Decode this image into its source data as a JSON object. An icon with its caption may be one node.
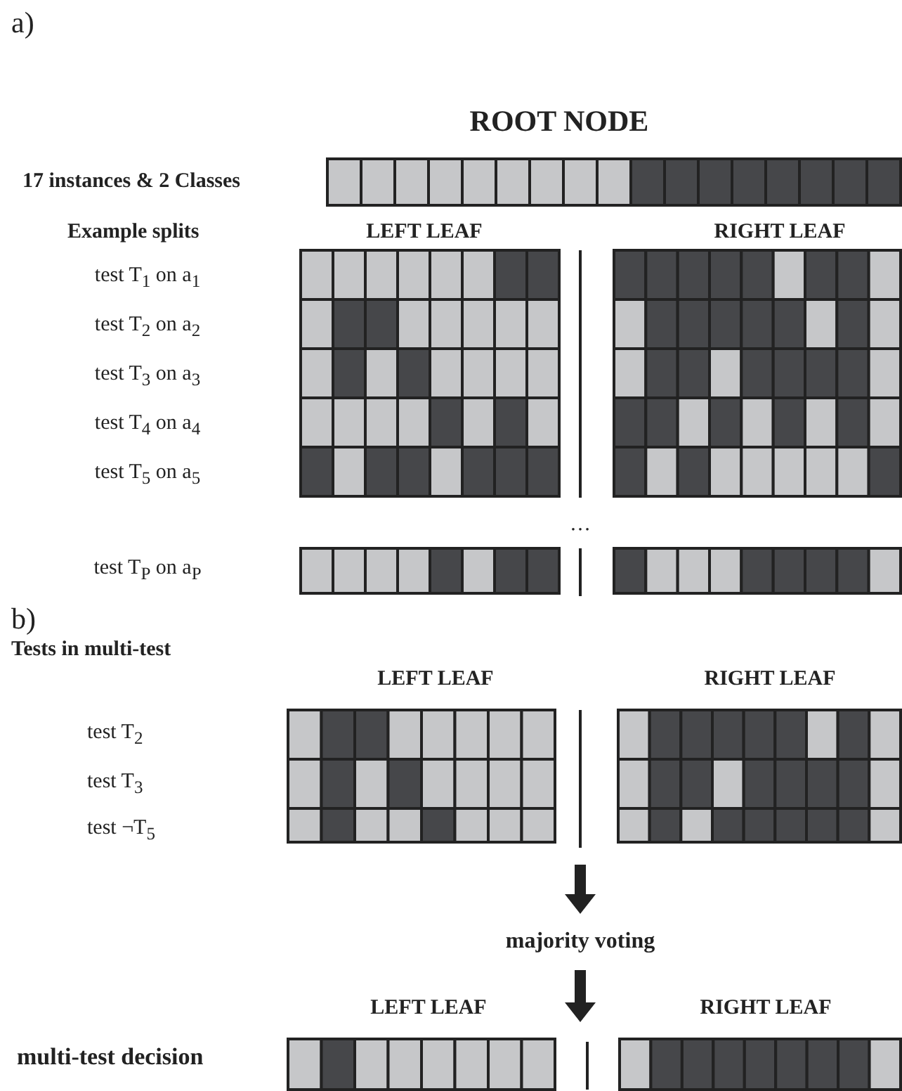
{
  "diagram": {
    "nodes": [
      {
        "text": [],
        "shape": "box"
      },
      {
        "text": [],
        "shape": "box"
      },
      {
        "text": [],
        "shape": "box"
      },
      {
        "text": [],
        "shape": "box"
      },
      {
        "text": [
          "majority voting"
        ]
      },
      {
        "text": [],
        "shape": "box"
      }
    ],
    "edges": [
      {
        "from": 3,
        "to": 4,
        "arrow": "to"
      },
      {
        "from": 4,
        "to": 5,
        "arrow": "to"
      }
    ],
    "labels": [
      "a)",
      "ROOT NODE",
      "17 instances & 2 Classes",
      "Example splits",
      "LEFT LEAF",
      "RIGHT LEAF",
      "test T$_{1}$ on a$_{1}$",
      "test T$_{2}$ on a$_{2}$",
      "test T$_{3}$ on a$_{3}$",
      "test T$_{4}$ on a$_{4}$",
      "test T$_{5}$ on a$_{5}$",
      "…",
      "test T$_{P}$ on a$_{P}$",
      "b)",
      "Tests in multi-test",
      "LEFT LEAF",
      "RIGHT LEAF",
      "test T$_{2}$",
      "test T$_{3}$",
      "test ¬T$_{5}$",
      "LEFT LEAF",
      "RIGHT LEAF",
      "multi-test decision"
    ]
  }
}
